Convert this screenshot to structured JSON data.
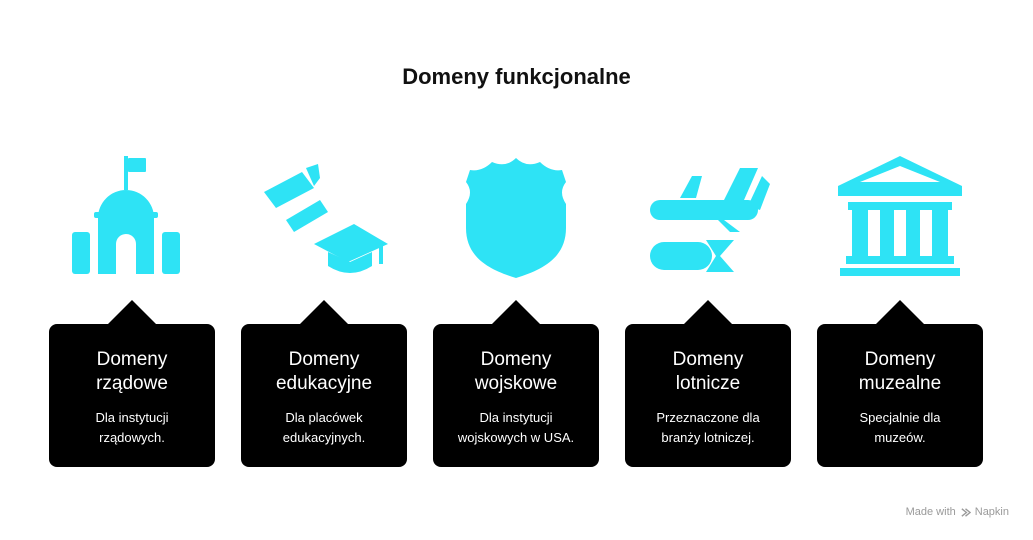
{
  "title": "Domeny funkcjonalne",
  "accent_color": "#2ee3f5",
  "card_color": "#000000",
  "cards": [
    {
      "icon": "government-building-icon",
      "title": "Domeny\nrządowe",
      "description": "Dla instytucji\nrządowych."
    },
    {
      "icon": "graduation-cap-icon",
      "title": "Domeny\nedukacyjne",
      "description": "Dla  placówek\nedukacyjnych."
    },
    {
      "icon": "police-badge-icon",
      "title": "Domeny\nwojskowe",
      "description": "Dla instytucji\nwojskowych w USA."
    },
    {
      "icon": "airplane-icon",
      "title": "Domeny\nlotnicze",
      "description": "Przeznaczone dla\nbranży lotniczej."
    },
    {
      "icon": "museum-icon",
      "title": "Domeny\nmuzealne",
      "description": "Specjalnie dla\nmuzeów."
    }
  ],
  "footer": {
    "made_with": "Made with",
    "brand": "Napkin"
  }
}
